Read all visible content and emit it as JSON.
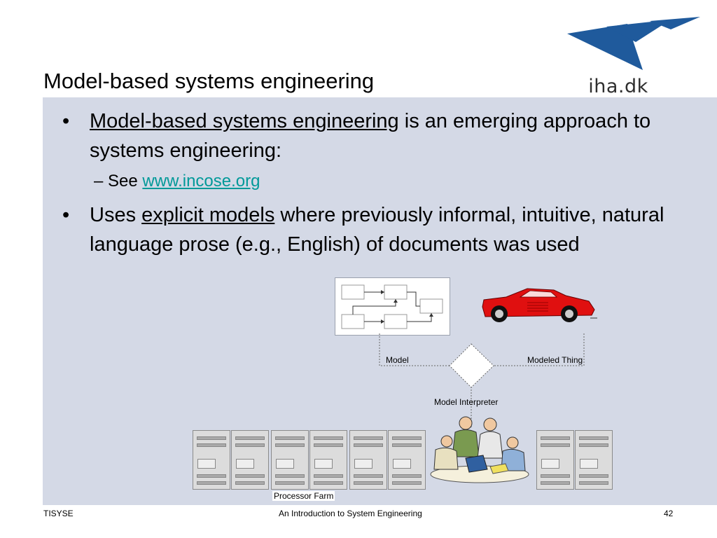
{
  "slide": {
    "title": "Model-based systems engineering",
    "logo_text": "iha.dk"
  },
  "bullets": [
    {
      "marker": "•",
      "underlined": "Model-based systems engineering",
      "rest": " is an emerging approach to systems engineering:"
    },
    {
      "marker": "•",
      "prefix": "Uses ",
      "underlined": "explicit models",
      "rest": " where previously informal, intuitive, natural language prose (e.g., English) of documents was used"
    }
  ],
  "sub_bullet": {
    "marker": "–",
    "prefix": "See ",
    "link": "www.incose.org"
  },
  "diagram": {
    "model_label": "Model",
    "modeled_thing_label": "Modeled Thing",
    "interpreter_label": "Model Interpreter",
    "processor_farm_label": "Processor Farm"
  },
  "footer": {
    "left": "TISYSE",
    "center": "An Introduction to System Engineering",
    "page": "42"
  },
  "colors": {
    "panel": "#d4d9e6",
    "logo_blue": "#1f5a9c",
    "link": "#009999",
    "car_red": "#e01010"
  }
}
